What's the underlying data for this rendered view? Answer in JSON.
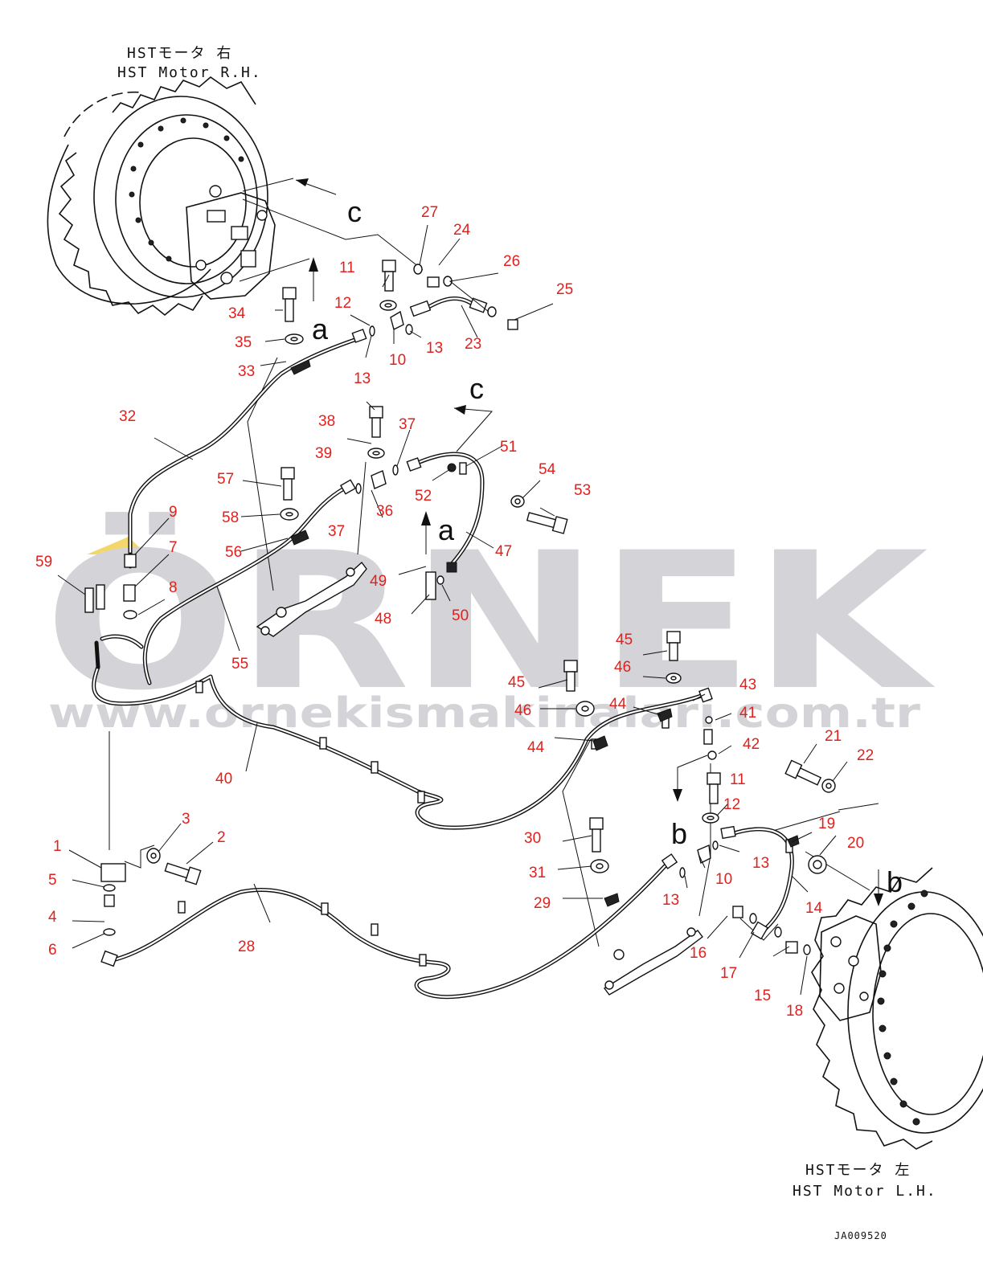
{
  "labels": {
    "motor_right_jp": "HSTモータ 右",
    "motor_right_en": "HST Motor R.H.",
    "motor_left_jp": "HSTモータ 左",
    "motor_left_en": "HST Motor L.H.",
    "drawing_code": "JA009520"
  },
  "view_letters": {
    "c": "c",
    "a": "a",
    "b": "b"
  },
  "watermark": {
    "brand": "ÖRNEK",
    "url": "www.ornekismakinalari.com.tr"
  },
  "parts": [
    "1",
    "2",
    "3",
    "4",
    "5",
    "6",
    "7",
    "8",
    "9",
    "10",
    "11",
    "12",
    "13",
    "14",
    "15",
    "16",
    "17",
    "18",
    "19",
    "20",
    "21",
    "22",
    "23",
    "24",
    "25",
    "26",
    "27",
    "28",
    "29",
    "30",
    "31",
    "32",
    "33",
    "34",
    "35",
    "36",
    "37",
    "38",
    "39",
    "40",
    "41",
    "42",
    "43",
    "44",
    "45",
    "46",
    "47",
    "48",
    "49",
    "50",
    "51",
    "52",
    "53",
    "54",
    "55",
    "56",
    "57",
    "58",
    "59"
  ],
  "colors": {
    "part_number": "#e0211d",
    "watermark": "#d4d4d8",
    "watermark_accent": "#f3d76b",
    "line": "#111111"
  }
}
